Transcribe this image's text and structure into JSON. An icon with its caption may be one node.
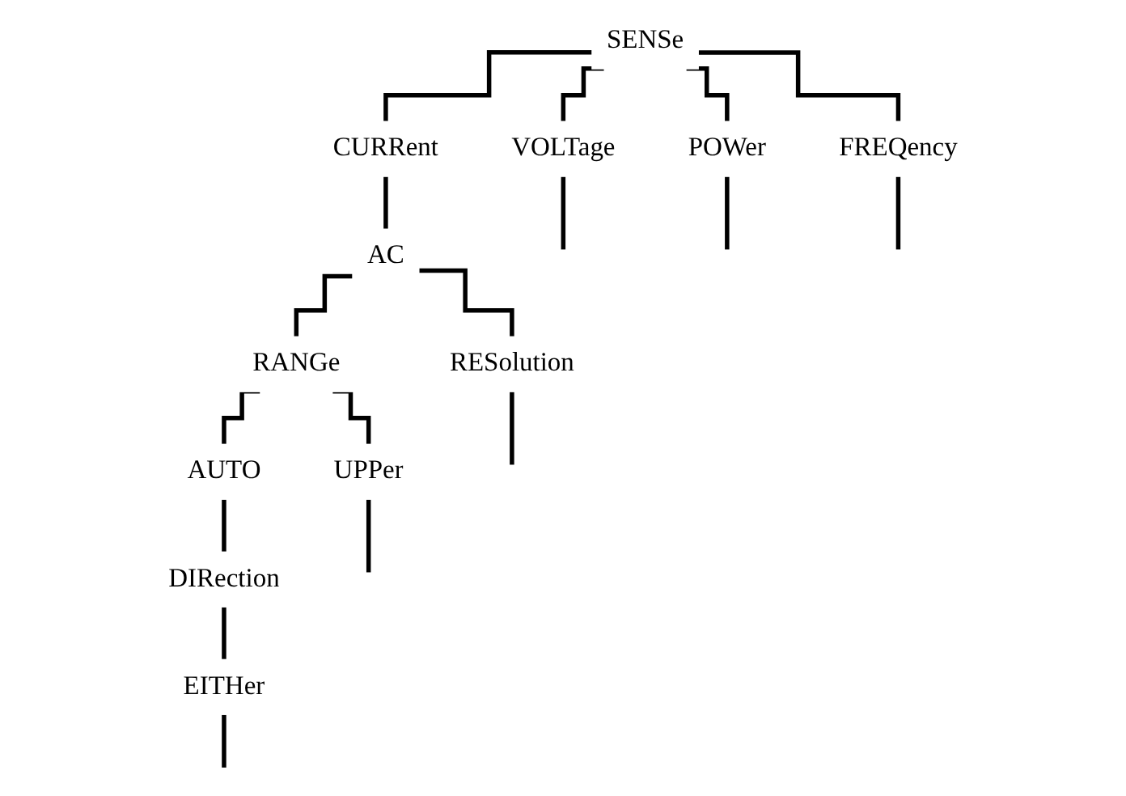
{
  "diagram": {
    "nodes": [
      {
        "text": [
          "SENSe"
        ]
      },
      {
        "text": [
          "VOLTage"
        ]
      },
      {
        "text": [
          "CURRent"
        ]
      },
      {
        "text": [
          "POWer"
        ]
      },
      {
        "text": [
          "FREQency"
        ]
      },
      {
        "text": [
          "AC"
        ]
      },
      {
        "text": [
          "RANGe"
        ]
      },
      {
        "text": [
          "RESolution"
        ]
      },
      {
        "text": [
          "UPPer"
        ]
      },
      {
        "text": [
          "AUTO"
        ]
      },
      {
        "text": [
          "DIRection"
        ]
      },
      {
        "text": [
          "EITHer"
        ]
      }
    ],
    "edges": [
      {
        "from": 0,
        "to": 1,
        "arrow": "none"
      },
      {
        "from": 0,
        "to": 2,
        "arrow": "none"
      },
      {
        "from": 0,
        "to": 3,
        "arrow": "none"
      },
      {
        "from": 0,
        "to": 4,
        "arrow": "none"
      },
      {
        "from": 1,
        "to": null,
        "arrow": "none"
      },
      {
        "from": 2,
        "to": 5,
        "arrow": "none"
      },
      {
        "from": 3,
        "to": null,
        "arrow": "none"
      },
      {
        "from": 4,
        "to": null,
        "arrow": "none"
      },
      {
        "from": 5,
        "to": 6,
        "arrow": "none"
      },
      {
        "from": 5,
        "to": 7,
        "arrow": "none"
      },
      {
        "from": 6,
        "to": 8,
        "arrow": "none"
      },
      {
        "from": 6,
        "to": 9,
        "arrow": "none"
      },
      {
        "from": 7,
        "to": null,
        "arrow": "none"
      },
      {
        "from": 8,
        "to": null,
        "arrow": "none"
      },
      {
        "from": 9,
        "to": 10,
        "arrow": "none"
      },
      {
        "from": 10,
        "to": 11,
        "arrow": "none"
      },
      {
        "from": 11,
        "to": null,
        "arrow": "none"
      }
    ]
  }
}
